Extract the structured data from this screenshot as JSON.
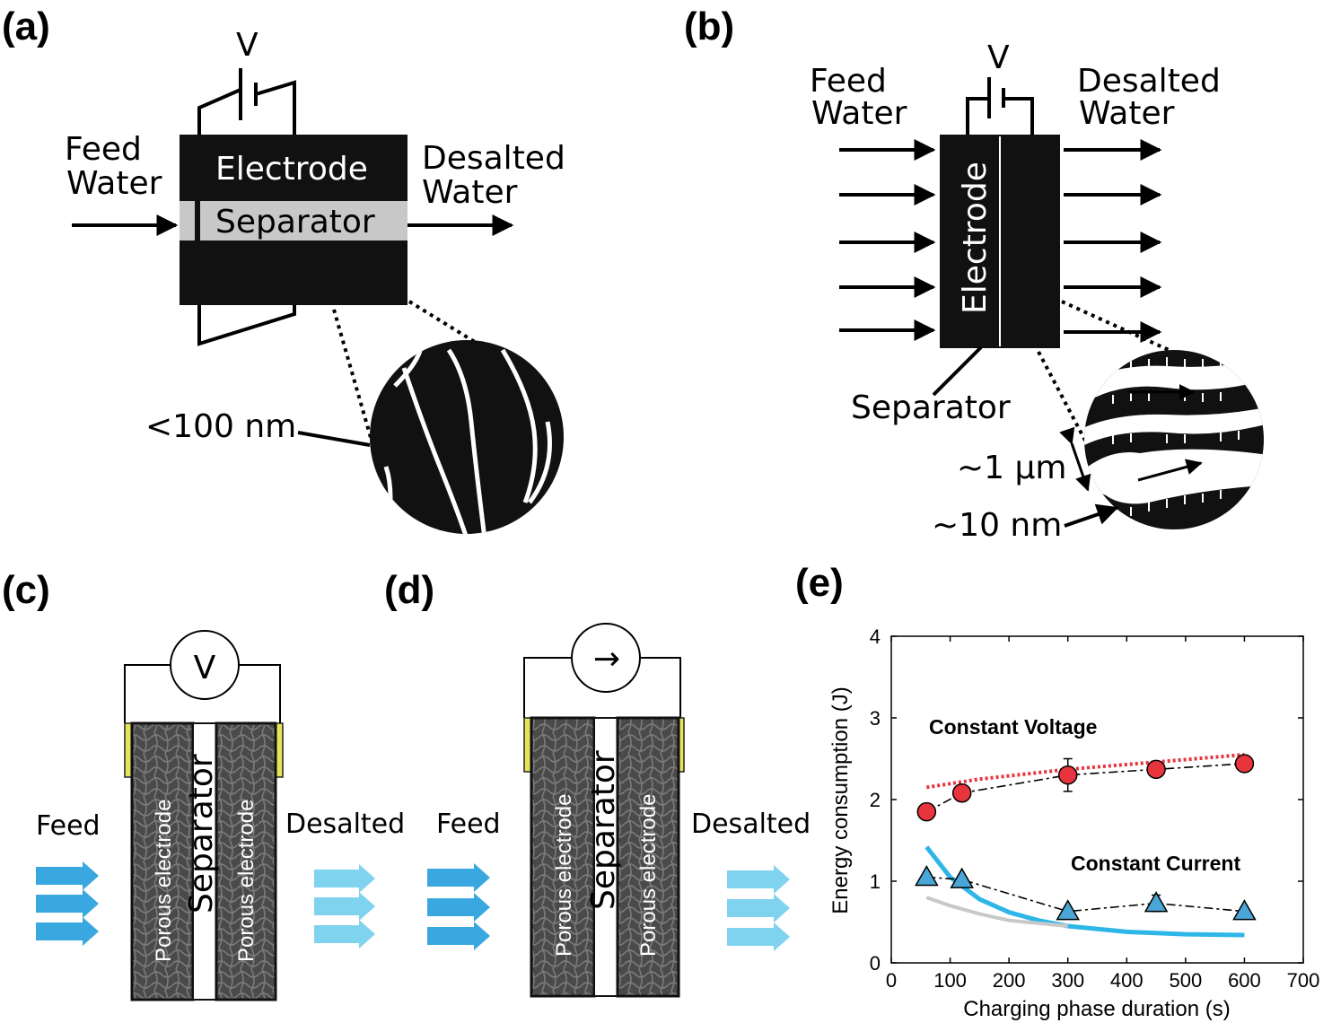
{
  "panels": {
    "a": {
      "label": "(a)",
      "voltage": "V",
      "feed": [
        "Feed",
        "Water"
      ],
      "desalted": [
        "Desalted",
        "Water"
      ],
      "electrode": "Electrode",
      "separator": "Separator",
      "scale": "<100 nm"
    },
    "b": {
      "label": "(b)",
      "voltage": "V",
      "feed": [
        "Feed",
        "Water"
      ],
      "desalted": [
        "Desalted",
        "Water"
      ],
      "electrode": "Electrode",
      "separator": "Separator",
      "scale_macro": "~1 µm",
      "scale_micro": "~10 nm"
    },
    "c": {
      "label": "(c)",
      "source": "V",
      "feed": "Feed",
      "desalted": "Desalted",
      "electrode_left": "Porous electrode",
      "separator": "Separator",
      "electrode_right": "Porous electrode"
    },
    "d": {
      "label": "(d)",
      "source": "→",
      "feed": "Feed",
      "desalted": "Desalted",
      "electrode_left": "Porous electrode",
      "separator": "Separator",
      "electrode_right": "Porous electrode"
    },
    "e": {
      "label": "(e)"
    }
  },
  "colors": {
    "electrode": "#111111",
    "separator_a": "#c8c8c8",
    "porous": "#4a4a4a",
    "contact": "#e6e45a",
    "feed_arrow": "#3aa8e0",
    "desalted_arrow": "#7fd3ef",
    "cv_marker": "#e8343c",
    "cc_marker": "#4aa6d6",
    "cv_fit": "#e8343c",
    "cc_fit": "#2eb6e8",
    "cc_fit_gray": "#c8c8c8"
  },
  "chart_data": {
    "type": "scatter",
    "xlabel": "Charging phase duration (s)",
    "ylabel": "Energy consumption (J)",
    "xlim": [
      0,
      700
    ],
    "ylim": [
      0,
      4
    ],
    "xticks": [
      "0",
      "100",
      "200",
      "300",
      "400",
      "500",
      "600",
      "700"
    ],
    "yticks": [
      "0",
      "1",
      "2",
      "3",
      "4"
    ],
    "annotations": [
      "Constant Voltage",
      "Constant Current"
    ],
    "series": [
      {
        "marker": "circle",
        "x": [
          60,
          120,
          300,
          450,
          600
        ],
        "y": [
          1.85,
          2.08,
          2.3,
          2.37,
          2.44
        ],
        "err": [
          0.0,
          0.0,
          0.2,
          0.0,
          0.0
        ]
      },
      {
        "marker": "triangle",
        "x": [
          60,
          120,
          300,
          450,
          600
        ],
        "y": [
          1.05,
          1.02,
          0.63,
          0.73,
          0.63
        ],
        "err": [
          0.0,
          0.0,
          0.0,
          0.1,
          0.0
        ]
      }
    ],
    "fits": [
      {
        "style": "dotted",
        "color": "cv_fit",
        "x": [
          60,
          150,
          300,
          450,
          600
        ],
        "y": [
          2.15,
          2.25,
          2.37,
          2.46,
          2.55
        ]
      },
      {
        "style": "solid",
        "color": "cc_fit",
        "x": [
          60,
          100,
          150,
          200,
          250,
          300,
          400,
          500,
          600
        ],
        "y": [
          1.42,
          1.05,
          0.78,
          0.62,
          0.52,
          0.45,
          0.38,
          0.35,
          0.34
        ]
      },
      {
        "style": "solid",
        "color": "cc_fit_gray",
        "x": [
          60,
          100,
          150,
          200,
          300
        ],
        "y": [
          0.8,
          0.7,
          0.6,
          0.52,
          0.45
        ]
      }
    ]
  }
}
